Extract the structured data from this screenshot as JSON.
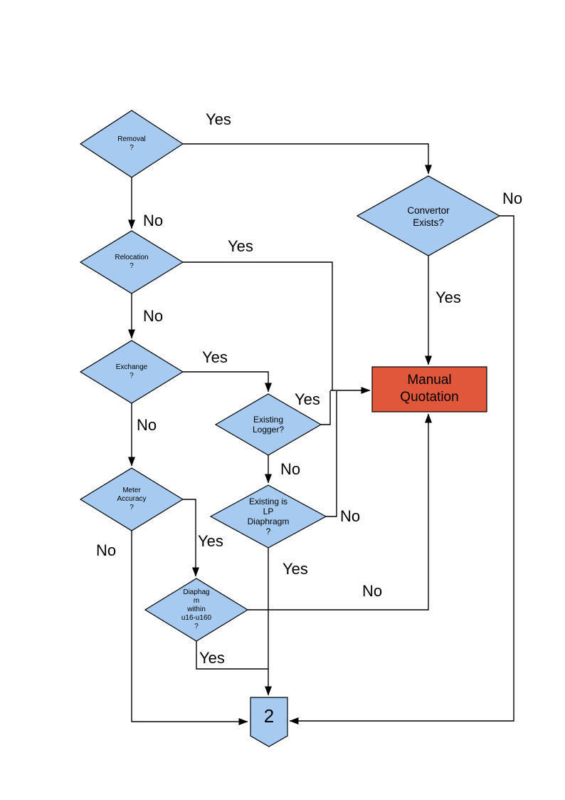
{
  "colors": {
    "node_fill": "#A6CAF0",
    "node_stroke": "#000000",
    "manual_fill": "#E0573B",
    "edge": "#000000"
  },
  "nodes": {
    "removal": {
      "label": "Removal\n?"
    },
    "convertor_exists": {
      "label": "Convertor\nExists?"
    },
    "relocation": {
      "label": "Relocation\n?"
    },
    "exchange": {
      "label": "Exchange\n?"
    },
    "existing_logger": {
      "label": "Existing\nLogger?"
    },
    "meter_accuracy": {
      "label": "Meter\nAccuracy\n?"
    },
    "existing_lp_diaphragm": {
      "label": "Existing is\nLP\nDiaphragm\n?"
    },
    "diaphragm_within_range": {
      "label": "Diaphag\nm\nwithin\nu16-u160\n?"
    },
    "manual_quotation": {
      "label": "Manual\nQuotation"
    },
    "offpage_connector": {
      "label": "2"
    }
  },
  "edge_labels": {
    "removal_yes": "Yes",
    "removal_no": "No",
    "convertor_no": "No",
    "convertor_yes": "Yes",
    "relocation_yes": "Yes",
    "relocation_no": "No",
    "exchange_yes": "Yes",
    "exchange_no": "No",
    "logger_yes": "Yes",
    "logger_no": "No",
    "lp_no": "No",
    "lp_yes": "Yes",
    "meter_yes": "Yes",
    "meter_no": "No",
    "diaphragm_yes": "Yes",
    "diaphragm_no": "No"
  }
}
